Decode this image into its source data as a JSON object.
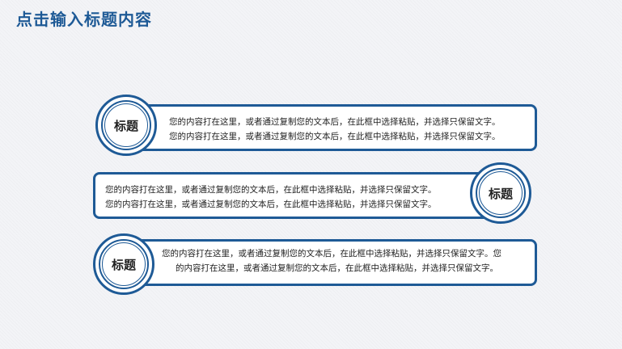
{
  "header": {
    "title": "点击输入标题内容"
  },
  "items": [
    {
      "badge": "标题",
      "lines": [
        "您的内容打在这里，或者通过复制您的文本后，在此框中选择粘贴，并选择只保留文字。",
        "您的内容打在这里，或者通过复制您的文本后，在此框中选择粘贴，并选择只保留文字。"
      ]
    },
    {
      "badge": "标题",
      "lines": [
        "您的内容打在这里，或者通过复制您的文本后，在此框中选择粘贴，并选择只保留文字。",
        "您的内容打在这里，或者通过复制您的文本后，在此框中选择粘贴，并选择只保留文字。"
      ]
    },
    {
      "badge": "标题",
      "lines": [
        "您的内容打在这里，或者通过复制您的文本后，在此框中选择粘贴，并选择只保留文字。您",
        "的内容打在这里，或者通过复制您的文本后，在此框中选择粘贴，并选择只保留文字。"
      ]
    }
  ],
  "colors": {
    "accent": "#1e5a96",
    "text": "#222222",
    "background": "#f3f4f7"
  }
}
